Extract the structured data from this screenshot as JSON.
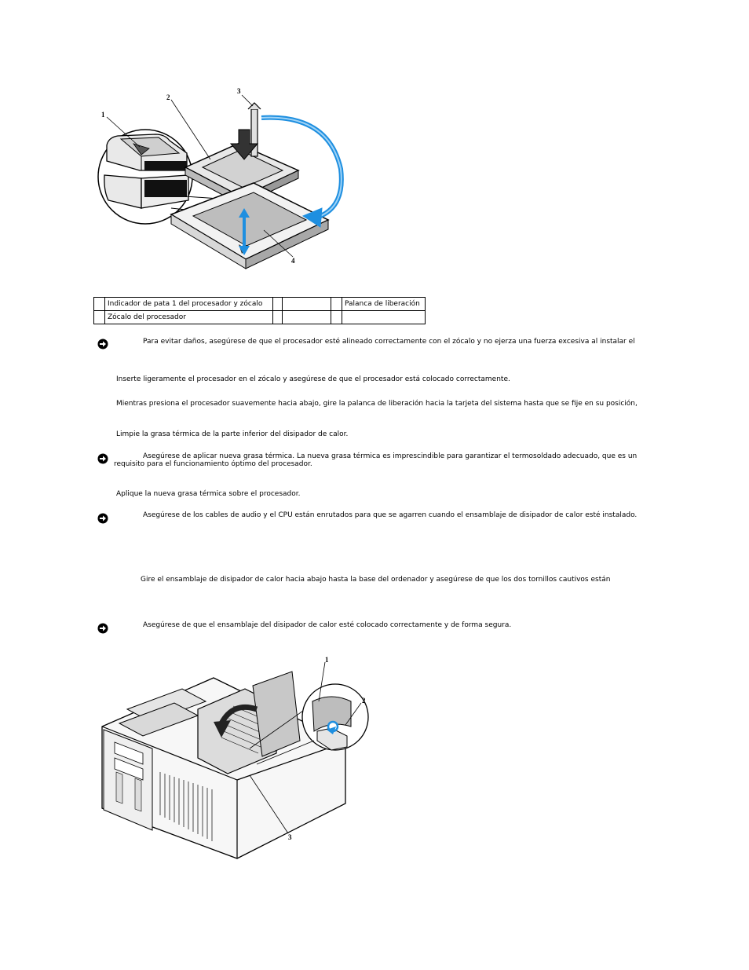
{
  "figure1": {
    "callouts": [
      "1",
      "2",
      "3",
      "4"
    ]
  },
  "callout_table": {
    "rows": [
      {
        "num1": "",
        "label1": "Indicador de pata 1 del procesador y zócalo",
        "num2": "",
        "label2": "Palanca de liberación"
      },
      {
        "num1": "",
        "label1": "Zócalo del procesador",
        "num2": "",
        "label2": ""
      }
    ]
  },
  "notices": [
    {
      "icon": "notice-arrow-icon",
      "text": "Para evitar daños, asegúrese de que el procesador esté alineado correctamente con el zócalo y no ejerza una fuerza excesiva al instalar el"
    },
    {
      "icon": "notice-arrow-icon",
      "text": "Asegúrese de aplicar nueva grasa térmica. La nueva grasa térmica es imprescindible para garantizar el termosoldado adecuado, que es un",
      "text2": "requisito para el funcionamiento óptimo del procesador."
    },
    {
      "icon": "notice-arrow-icon",
      "text": "Asegúrese de los cables de audio y el CPU están enrutados para que se agarren cuando el ensamblaje de disipador de calor esté instalado."
    },
    {
      "icon": "notice-arrow-icon",
      "text": "Asegúrese de que el ensamblaje del disipador de calor esté colocado correctamente y de forma segura."
    }
  ],
  "steps": [
    "Inserte ligeramente el procesador en el zócalo y asegúrese de que el procesador está colocado correctamente.",
    "Mientras presiona el procesador suavemente hacia abajo, gire la palanca de liberación hacia la tarjeta del sistema hasta que se fije en su posición,",
    "Limpie la grasa térmica de la parte inferior del disipador de calor.",
    "Aplique la nueva grasa térmica sobre el procesador.",
    "Gire el ensamblaje de disipador de calor hacia abajo hasta la base del ordenador y asegúrese de que los dos tornillos cautivos están"
  ],
  "figure2": {
    "callouts": [
      "1",
      "2",
      "3"
    ]
  },
  "colors": {
    "accent_blue": "#1e8fe0",
    "line": "#000000"
  }
}
